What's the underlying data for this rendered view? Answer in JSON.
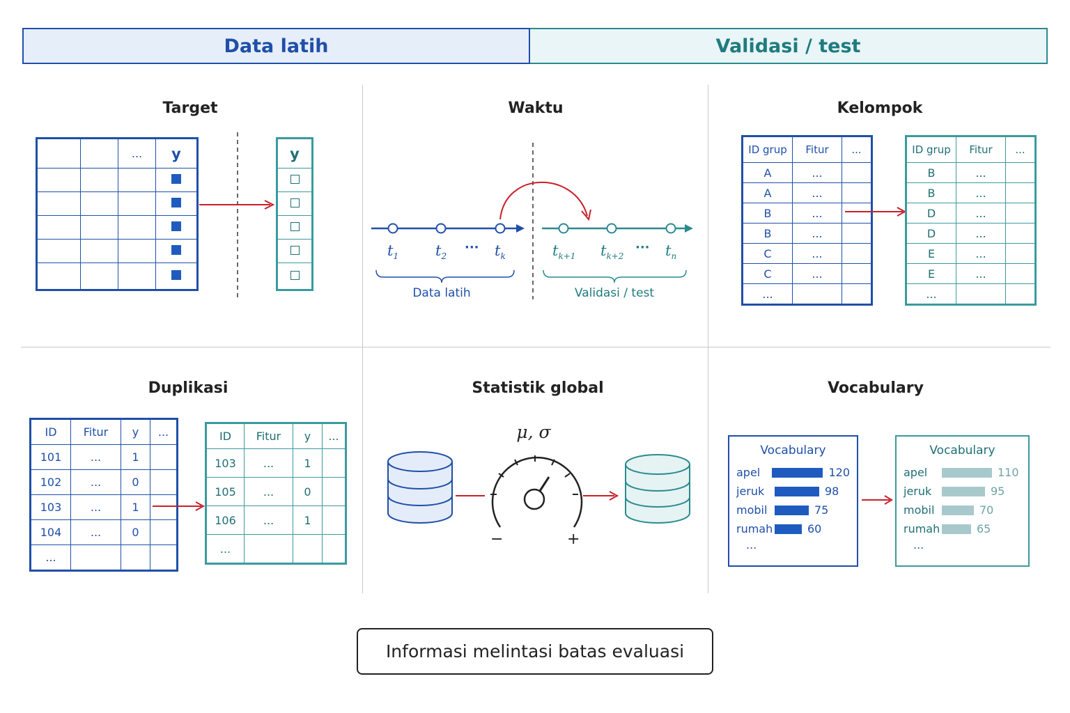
{
  "header": {
    "train_label": "Data latih",
    "val_label": "Validasi / test"
  },
  "panels": {
    "target": {
      "title": "Target",
      "left_table": {
        "headers": [
          "",
          "",
          "...",
          "y"
        ],
        "rows": 5
      },
      "right_table": {
        "header": "y",
        "rows": 5
      }
    },
    "waktu": {
      "title": "Waktu",
      "points": [
        "t1",
        "t2",
        "...",
        "tk",
        "tk+1",
        "tk+2",
        "...",
        "tn"
      ],
      "train_label": "Data latih",
      "val_label": "Validasi / test"
    },
    "kelompok": {
      "title": "Kelompok",
      "left_table": {
        "headers": [
          "ID grup",
          "Fitur",
          "..."
        ],
        "rows": [
          [
            "A",
            "..."
          ],
          [
            "A",
            "..."
          ],
          [
            "B",
            "..."
          ],
          [
            "B",
            "..."
          ],
          [
            "C",
            "..."
          ],
          [
            "C",
            "..."
          ],
          [
            "...",
            ""
          ]
        ]
      },
      "right_table": {
        "headers": [
          "ID grup",
          "Fitur",
          "..."
        ],
        "rows": [
          [
            "B",
            "..."
          ],
          [
            "B",
            "..."
          ],
          [
            "D",
            "..."
          ],
          [
            "D",
            "..."
          ],
          [
            "E",
            "..."
          ],
          [
            "E",
            "..."
          ],
          [
            "...",
            ""
          ]
        ]
      }
    },
    "duplikasi": {
      "title": "Duplikasi",
      "left_table": {
        "headers": [
          "ID",
          "Fitur",
          "y",
          "..."
        ],
        "rows": [
          [
            "101",
            "...",
            "1"
          ],
          [
            "102",
            "...",
            "0"
          ],
          [
            "103",
            "...",
            "1"
          ],
          [
            "104",
            "...",
            "0"
          ],
          [
            "...",
            "",
            ""
          ]
        ]
      },
      "right_table": {
        "headers": [
          "ID",
          "Fitur",
          "y",
          "..."
        ],
        "rows": [
          [
            "103",
            "...",
            "1"
          ],
          [
            "105",
            "...",
            "0"
          ],
          [
            "106",
            "...",
            "1"
          ],
          [
            "...",
            "",
            ""
          ]
        ]
      }
    },
    "statistik": {
      "title": "Statistik global",
      "symbol": "μ, σ",
      "minus": "−",
      "plus": "+"
    },
    "vocabulary": {
      "title": "Vocabulary",
      "train_box": {
        "title": "Vocabulary",
        "items": [
          {
            "word": "apel",
            "count": "120",
            "value": 120
          },
          {
            "word": "jeruk",
            "count": "98",
            "value": 98
          },
          {
            "word": "mobil",
            "count": "75",
            "value": 75
          },
          {
            "word": "rumah",
            "count": "60",
            "value": 60
          }
        ],
        "more": "..."
      },
      "val_box": {
        "title": "Vocabulary",
        "items": [
          {
            "word": "apel",
            "count": "110",
            "value": 110
          },
          {
            "word": "jeruk",
            "count": "95",
            "value": 95
          },
          {
            "word": "mobil",
            "count": "70",
            "value": 70
          },
          {
            "word": "rumah",
            "count": "65",
            "value": 65
          }
        ],
        "more": "..."
      }
    }
  },
  "footer": {
    "label": "Informasi melintasi batas evaluasi"
  },
  "colors": {
    "train_blue": "#1f4fa8",
    "val_teal": "#2a8a8f",
    "arrow_red": "#c8202b"
  }
}
